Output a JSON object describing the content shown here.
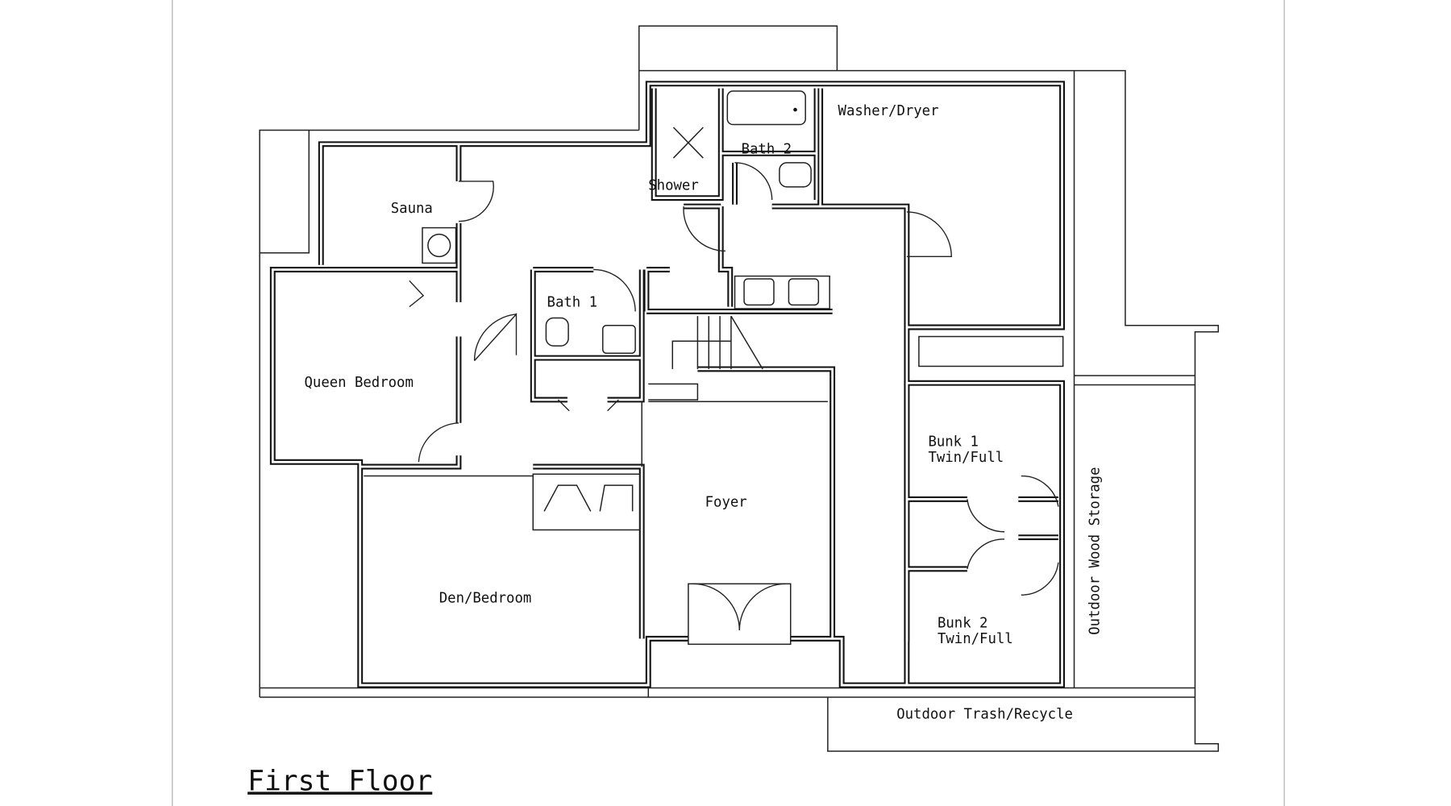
{
  "title": "First Floor",
  "rooms": {
    "sauna": "Sauna",
    "shower": "Shower",
    "bath2": "Bath 2",
    "washer_dryer": "Washer/Dryer",
    "bath1": "Bath 1",
    "queen_bedroom": "Queen Bedroom",
    "foyer": "Foyer",
    "den_bedroom": "Den/Bedroom",
    "bunk1": "Bunk 1",
    "bunk1_type": "Twin/Full",
    "bunk2": "Bunk 2",
    "bunk2_type": "Twin/Full",
    "wood_storage": "Outdoor Wood Storage",
    "trash": "Outdoor Trash/Recycle"
  }
}
